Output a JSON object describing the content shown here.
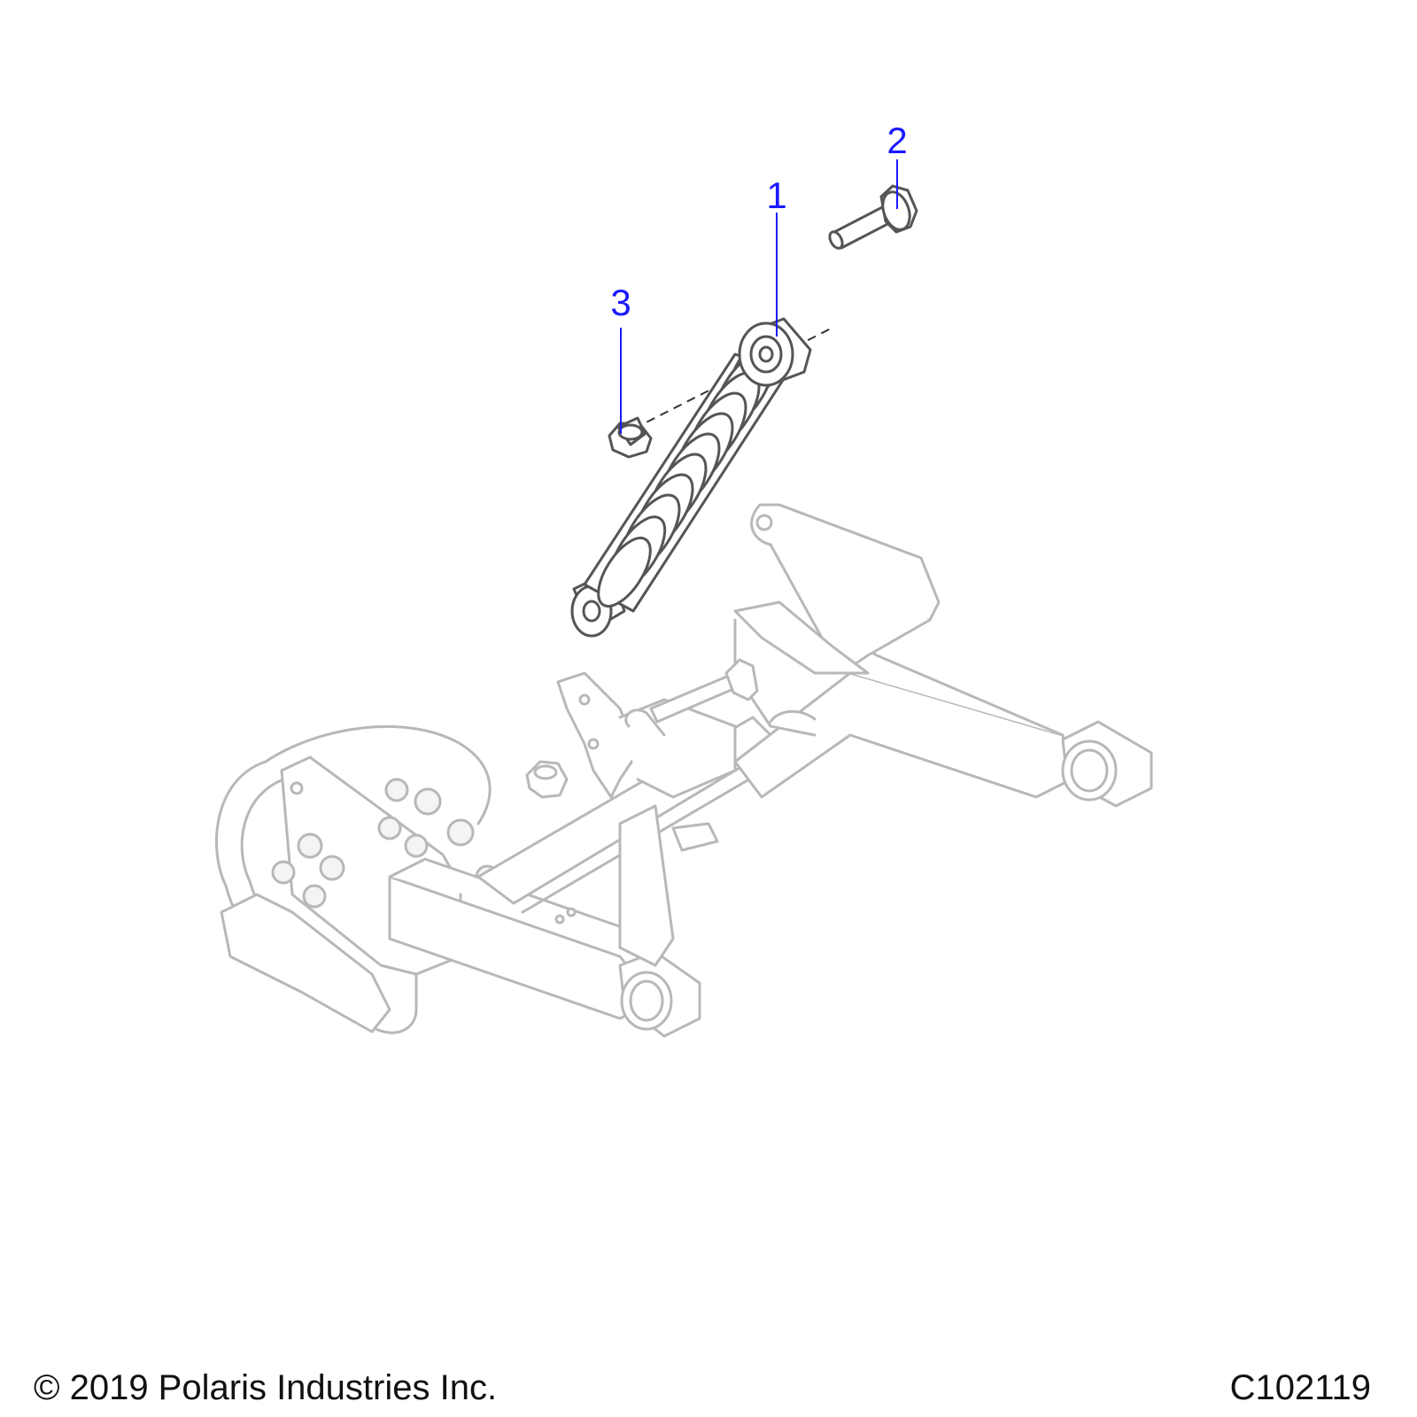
{
  "callouts": [
    {
      "number": "1"
    },
    {
      "number": "2"
    },
    {
      "number": "3"
    }
  ],
  "footer": {
    "copyright": "© 2019 Polaris Industries Inc.",
    "figure_id": "C102119"
  },
  "colors": {
    "callout": "#1a1aff",
    "part_outline": "#555555",
    "context_outline": "#b8b8b8"
  }
}
